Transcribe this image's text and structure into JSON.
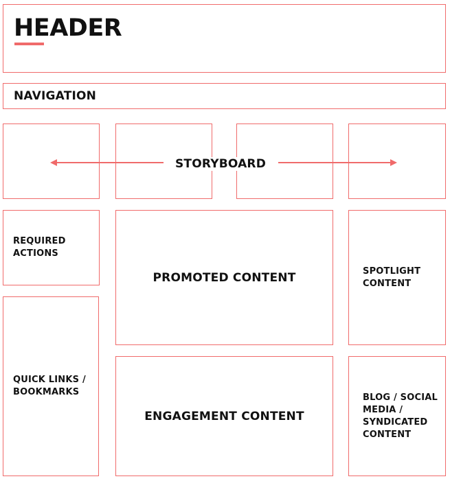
{
  "header": {
    "title": "HEADER"
  },
  "navigation": {
    "label": "NAVIGATION"
  },
  "storyboard": {
    "label": "STORYBOARD"
  },
  "required_actions": {
    "lines": [
      "REQUIRED",
      "ACTIONS"
    ]
  },
  "quick_links": {
    "lines": [
      "QUICK LINKS /",
      "BOOKMARKS"
    ]
  },
  "promoted_content": {
    "label": "PROMOTED CONTENT"
  },
  "engagement_content": {
    "label": "ENGAGEMENT CONTENT"
  },
  "spotlight_content": {
    "lines": [
      "SPOTLIGHT",
      "CONTENT"
    ]
  },
  "blog_social": {
    "lines": [
      "BLOG / SOCIAL",
      "MEDIA /",
      "SYNDICATED",
      "CONTENT"
    ]
  },
  "colors": {
    "accent": "#f06a6a",
    "text": "#111111",
    "background": "#ffffff"
  }
}
